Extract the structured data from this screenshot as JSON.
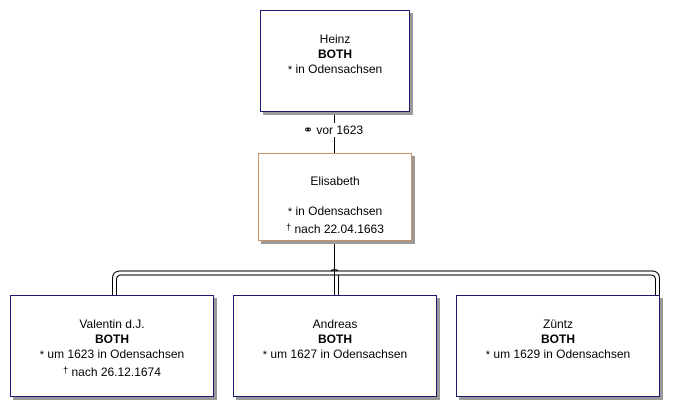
{
  "father": {
    "first_name": "Heinz",
    "surname": "BOTH",
    "birth_symbol": "*",
    "birth": "in Odensachsen"
  },
  "marriage": {
    "symbol": "⚭",
    "text": "vor 1623"
  },
  "mother": {
    "first_name": "Elisabeth",
    "birth_symbol": "*",
    "birth": "in Odensachsen",
    "death_symbol": "†",
    "death": "nach 22.04.1663"
  },
  "children": [
    {
      "first_name": "Valentin d.J.",
      "surname": "BOTH",
      "birth_symbol": "*",
      "birth": "um 1623 in Odensachsen",
      "death_symbol": "†",
      "death": "nach 26.12.1674"
    },
    {
      "first_name": "Andreas",
      "surname": "BOTH",
      "birth_symbol": "*",
      "birth": "um 1627 in Odensachsen"
    },
    {
      "first_name": "Züntz",
      "surname": "BOTH",
      "birth_symbol": "*",
      "birth": "um 1629 in Odensachsen"
    }
  ],
  "colors": {
    "male_border": "#1a1a6e",
    "female_border": "#c8956a",
    "shadow": "#9a9a9a",
    "connector": "#000000"
  }
}
